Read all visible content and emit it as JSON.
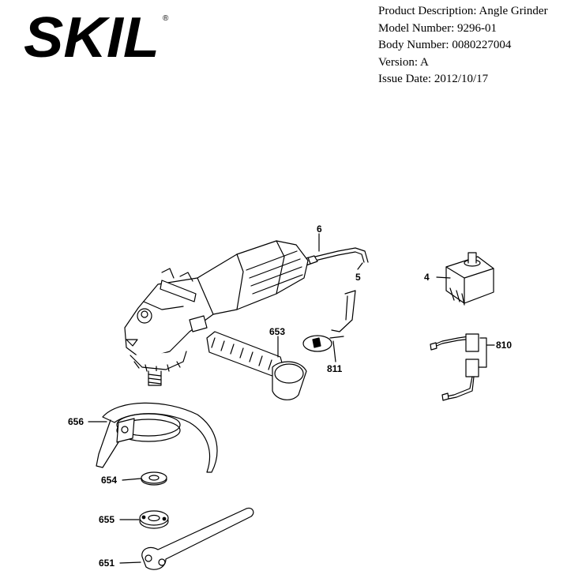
{
  "brand": {
    "name": "SKIL",
    "registered_mark": "®",
    "color": "#000000"
  },
  "product_info": {
    "description_label": "Product Description:",
    "description_value": "Angle Grinder",
    "model_label": "Model Number:",
    "model_value": "9296-01",
    "body_label": "Body Number:",
    "body_value": "0080227004",
    "version_label": "Version:",
    "version_value": "A",
    "issue_label": "Issue Date:",
    "issue_value": "2012/10/17"
  },
  "part_labels": {
    "p6": "6",
    "p5": "5",
    "p4": "4",
    "p653": "653",
    "p811": "811",
    "p810": "810",
    "p656": "656",
    "p654": "654",
    "p655": "655",
    "p651": "651"
  }
}
